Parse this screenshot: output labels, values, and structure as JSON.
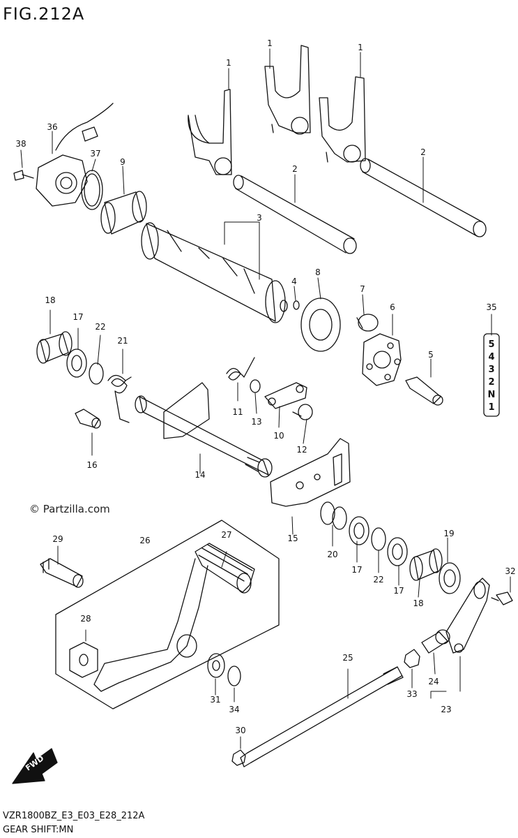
{
  "figure": {
    "title": "FIG.212A",
    "code": "VZR1800BZ_E3_E03_E28_212A",
    "name": "GEAR SHIFT:MN",
    "watermark": "© Partzilla.com",
    "fwd_label": "FWD"
  },
  "gear_positions": [
    "5",
    "4",
    "3",
    "2",
    "N",
    "1"
  ],
  "callouts": [
    {
      "id": "c1a",
      "label": "1"
    },
    {
      "id": "c1b",
      "label": "1"
    },
    {
      "id": "c1c",
      "label": "1"
    },
    {
      "id": "c2a",
      "label": "2"
    },
    {
      "id": "c2b",
      "label": "2"
    },
    {
      "id": "c3",
      "label": "3"
    },
    {
      "id": "c4",
      "label": "4"
    },
    {
      "id": "c5",
      "label": "5"
    },
    {
      "id": "c6",
      "label": "6"
    },
    {
      "id": "c7",
      "label": "7"
    },
    {
      "id": "c8",
      "label": "8"
    },
    {
      "id": "c9",
      "label": "9"
    },
    {
      "id": "c10",
      "label": "10"
    },
    {
      "id": "c11",
      "label": "11"
    },
    {
      "id": "c12",
      "label": "12"
    },
    {
      "id": "c13",
      "label": "13"
    },
    {
      "id": "c14",
      "label": "14"
    },
    {
      "id": "c15",
      "label": "15"
    },
    {
      "id": "c16",
      "label": "16"
    },
    {
      "id": "c17a",
      "label": "17"
    },
    {
      "id": "c17b",
      "label": "17"
    },
    {
      "id": "c17c",
      "label": "17"
    },
    {
      "id": "c18a",
      "label": "18"
    },
    {
      "id": "c18b",
      "label": "18"
    },
    {
      "id": "c19",
      "label": "19"
    },
    {
      "id": "c20",
      "label": "20"
    },
    {
      "id": "c21",
      "label": "21"
    },
    {
      "id": "c22a",
      "label": "22"
    },
    {
      "id": "c22b",
      "label": "22"
    },
    {
      "id": "c23",
      "label": "23"
    },
    {
      "id": "c24",
      "label": "24"
    },
    {
      "id": "c25",
      "label": "25"
    },
    {
      "id": "c26",
      "label": "26"
    },
    {
      "id": "c27",
      "label": "27"
    },
    {
      "id": "c28",
      "label": "28"
    },
    {
      "id": "c29",
      "label": "29"
    },
    {
      "id": "c30",
      "label": "30"
    },
    {
      "id": "c31",
      "label": "31"
    },
    {
      "id": "c32",
      "label": "32"
    },
    {
      "id": "c33",
      "label": "33"
    },
    {
      "id": "c34",
      "label": "34"
    },
    {
      "id": "c35",
      "label": "35"
    },
    {
      "id": "c36",
      "label": "36"
    },
    {
      "id": "c37",
      "label": "37"
    },
    {
      "id": "c38",
      "label": "38"
    }
  ]
}
